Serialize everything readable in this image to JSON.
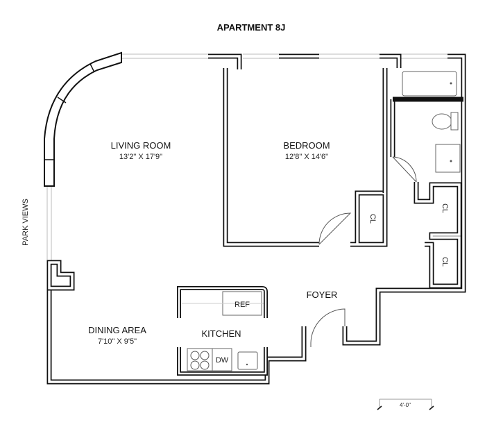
{
  "title": "APARTMENT 8J",
  "side_label": "PARK VIEWS",
  "rooms": {
    "living": {
      "name": "LIVING ROOM",
      "dims": "13'2\" X 17'9\""
    },
    "bedroom": {
      "name": "BEDROOM",
      "dims": "12'8\" X 14'6\""
    },
    "dining": {
      "name": "DINING AREA",
      "dims": "7'10\" X 9'5\""
    },
    "kitchen": {
      "name": "KITCHEN"
    },
    "foyer": {
      "name": "FOYER"
    }
  },
  "fixtures": {
    "ref": "REF",
    "dw": "DW",
    "closet": "CL"
  },
  "scale": "4'-0\""
}
